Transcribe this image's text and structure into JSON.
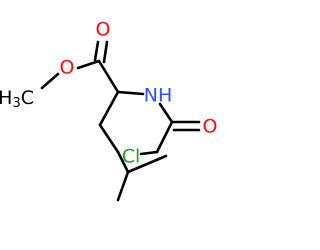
{
  "molecule": {
    "atoms": {
      "carbonyl_oxygen": {
        "text": "O",
        "color": "#ff0d0d"
      },
      "ester_oxygen": {
        "text": "O",
        "color": "#ff0d0d"
      },
      "amide_nitrogen": {
        "text": "NH",
        "color": "#3050f8"
      },
      "amide_oxygen": {
        "text": "O",
        "color": "#ff0d0d"
      },
      "chlorine": {
        "text": "Cl",
        "color": "#1fa11f"
      },
      "methyl_group": {
        "text": "H",
        "subscript": "3",
        "suffix": "C",
        "color": "#000000"
      }
    }
  }
}
